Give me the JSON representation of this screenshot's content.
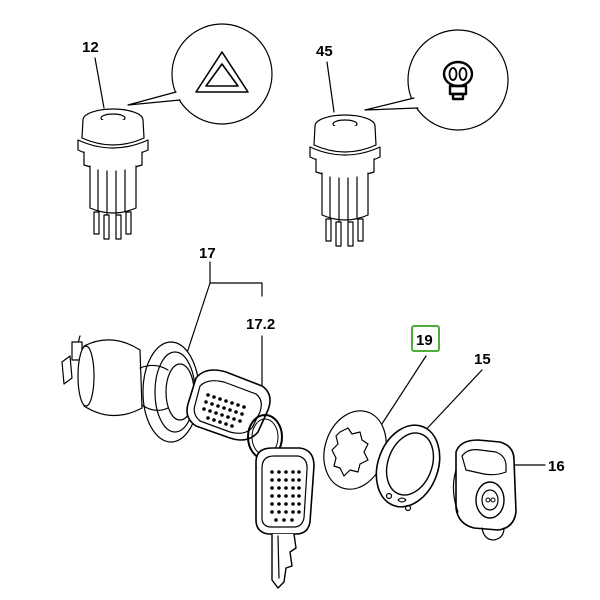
{
  "labels": {
    "part_12": "12",
    "part_45": "45",
    "part_17": "17",
    "part_17_2": "17.2",
    "part_19": "19",
    "part_15": "15",
    "part_16": "16"
  },
  "icons": {
    "bubble_12": "hazard-warning-triangle-icon",
    "bubble_45": "lamp-bulb-icon"
  },
  "colors": {
    "highlight": "#4caf3a",
    "line": "#000000"
  }
}
